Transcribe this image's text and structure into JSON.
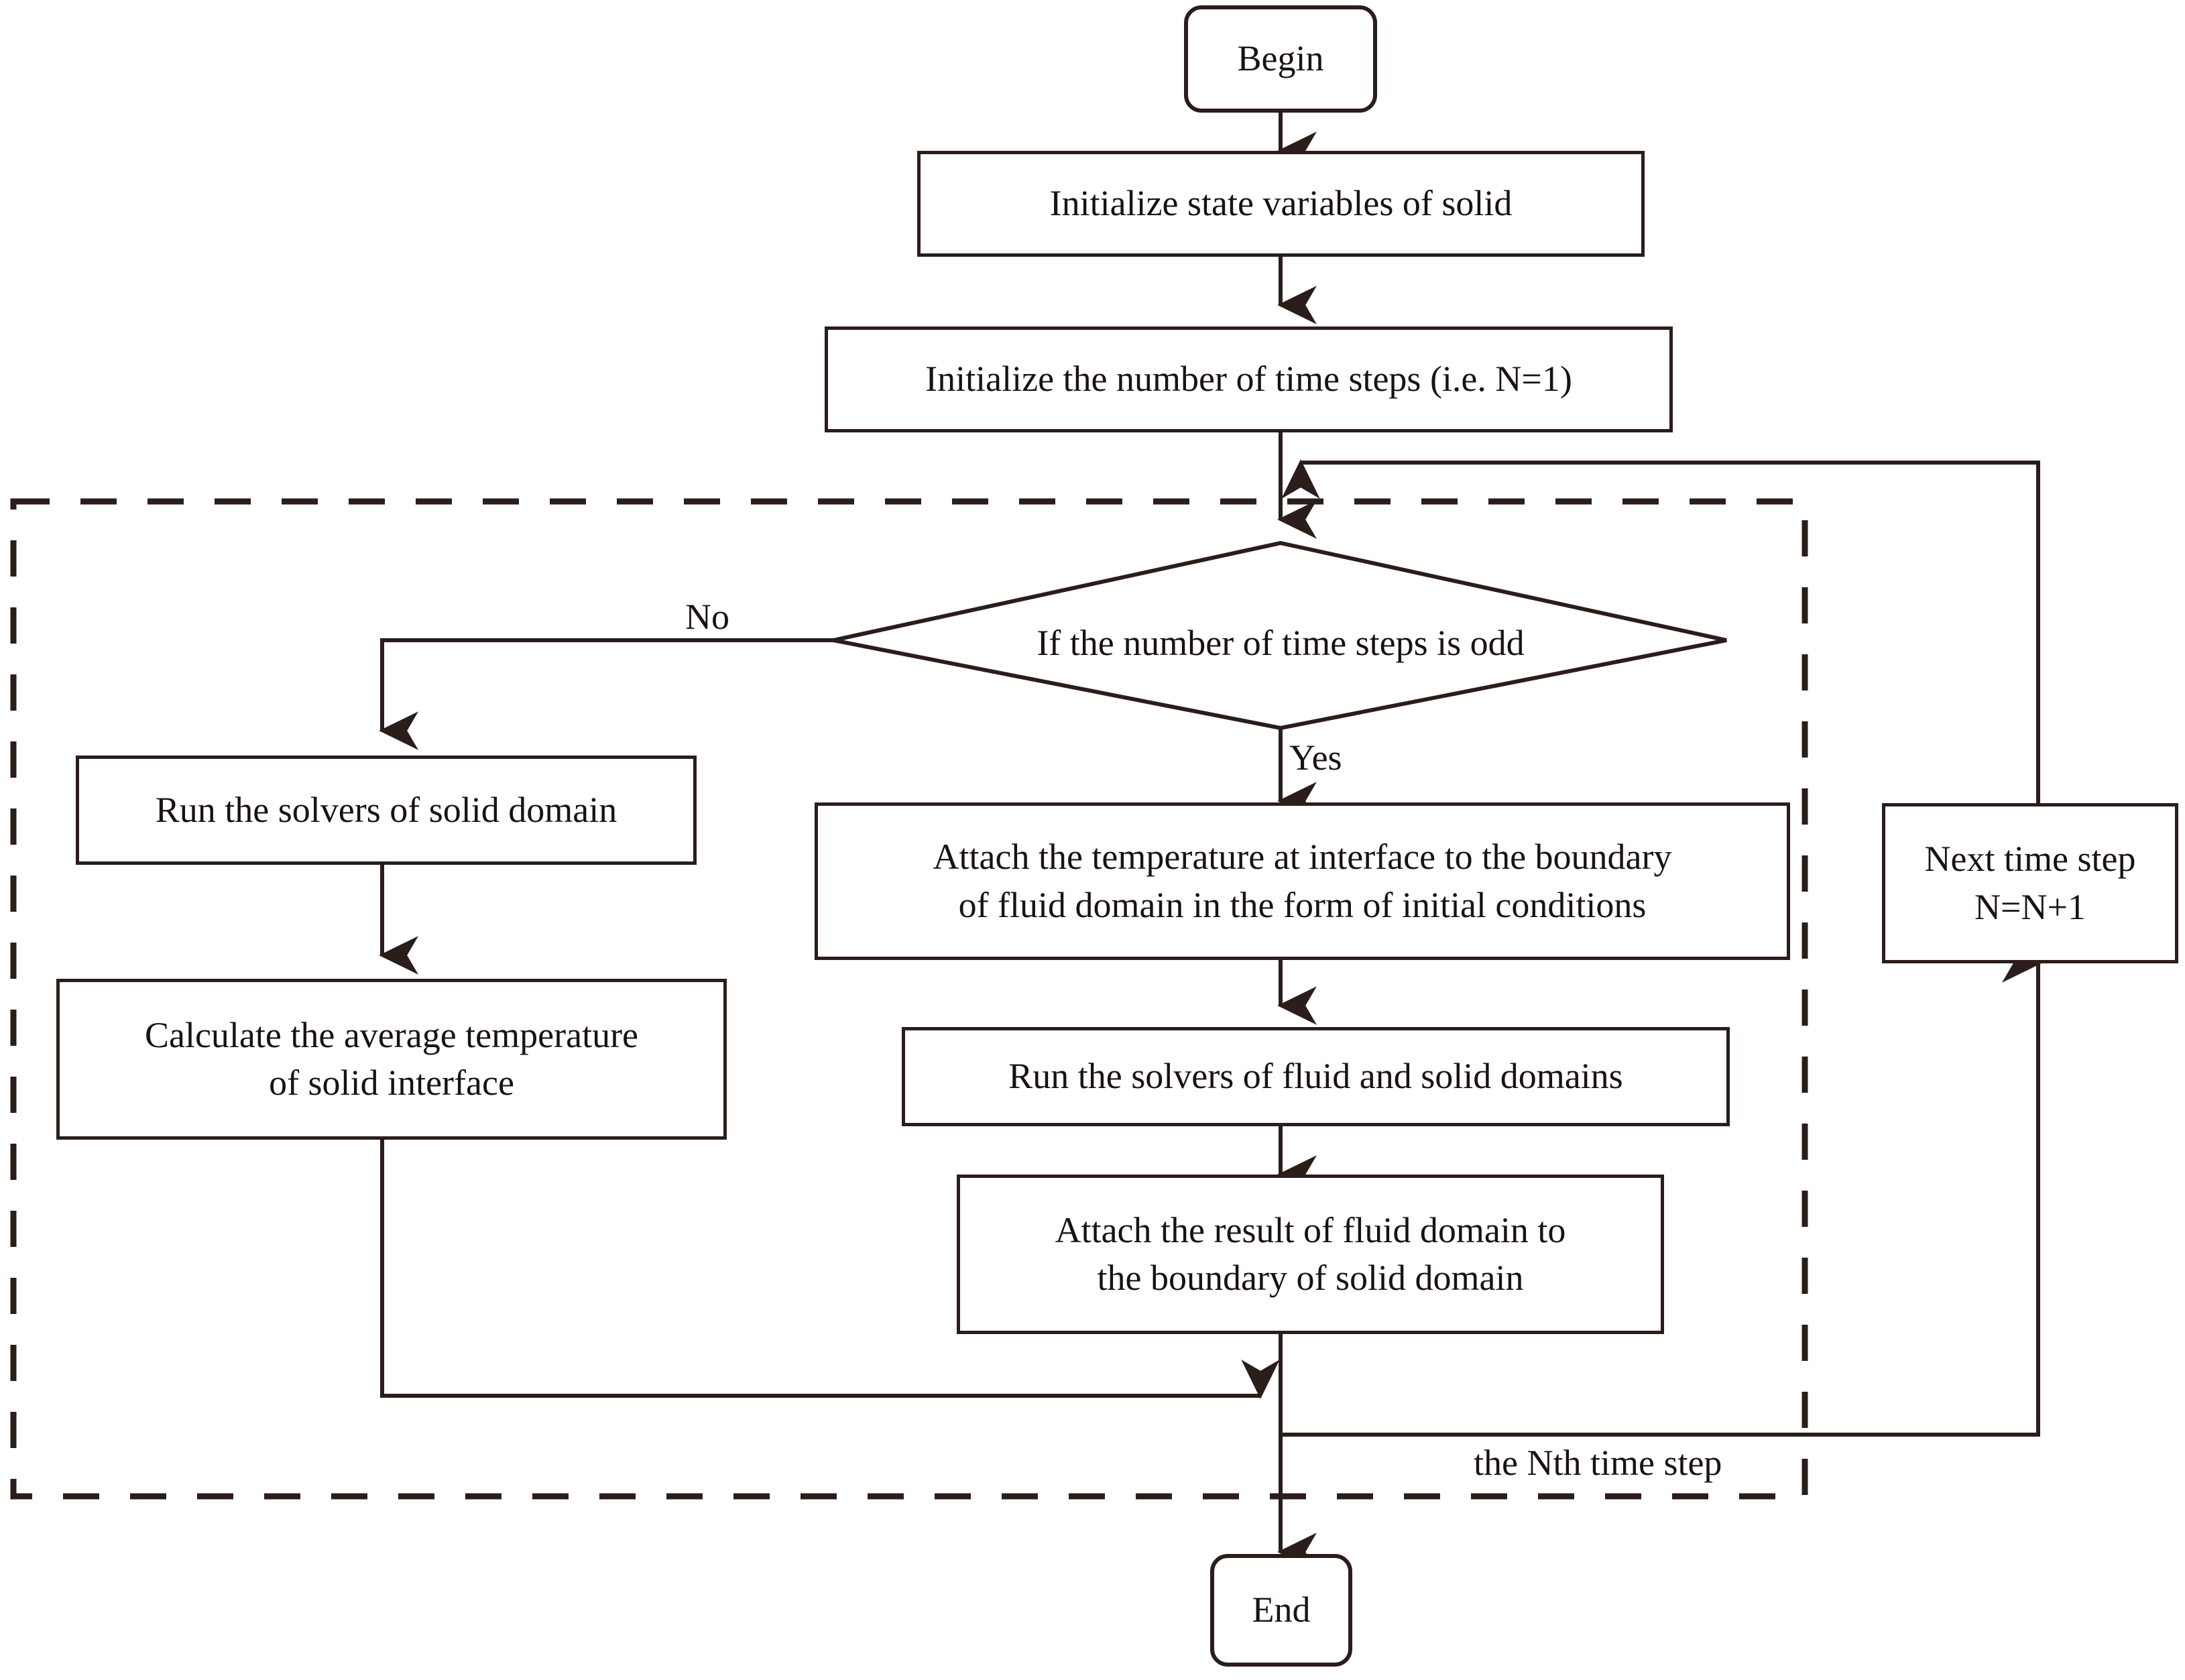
{
  "diagram": {
    "title": "Fluid-solid coupled simulation time stepping flowchart",
    "stroke_color": "#2a1d1a",
    "background_color": "#ffffff",
    "nodes": {
      "begin": {
        "label": "Begin",
        "shape": "terminator"
      },
      "init_state": {
        "label": "Initialize state variables of solid",
        "shape": "process"
      },
      "init_steps": {
        "label": "Initialize the number of time steps (i.e. N=1)",
        "shape": "process"
      },
      "decision": {
        "label": "If the number of time steps is odd",
        "shape": "decision"
      },
      "run_solid": {
        "label": "Run the solvers of solid domain",
        "shape": "process"
      },
      "calc_avg_line1": {
        "label": "Calculate the average temperature",
        "shape": "process"
      },
      "calc_avg_line2": {
        "label": "of solid interface",
        "shape": "process"
      },
      "attach_temp_line1": {
        "label": "Attach the temperature at interface to the boundary",
        "shape": "process"
      },
      "attach_temp_line2": {
        "label": "of fluid domain in the form of initial conditions",
        "shape": "process"
      },
      "run_fluid_solid": {
        "label": "Run the solvers of fluid and solid domains",
        "shape": "process"
      },
      "attach_result_line1": {
        "label": "Attach the result of fluid domain to",
        "shape": "process"
      },
      "attach_result_line2": {
        "label": "the boundary of solid domain",
        "shape": "process"
      },
      "next_step_line1": {
        "label": "Next time step",
        "shape": "process"
      },
      "next_step_line2": {
        "label": "N=N+1",
        "shape": "process"
      },
      "end": {
        "label": "End",
        "shape": "terminator"
      }
    },
    "edge_labels": {
      "no": "No",
      "yes": "Yes",
      "nth_time_step": "the Nth time step"
    },
    "grouping_box": {
      "style": "dashed",
      "label": "the Nth time step"
    }
  }
}
